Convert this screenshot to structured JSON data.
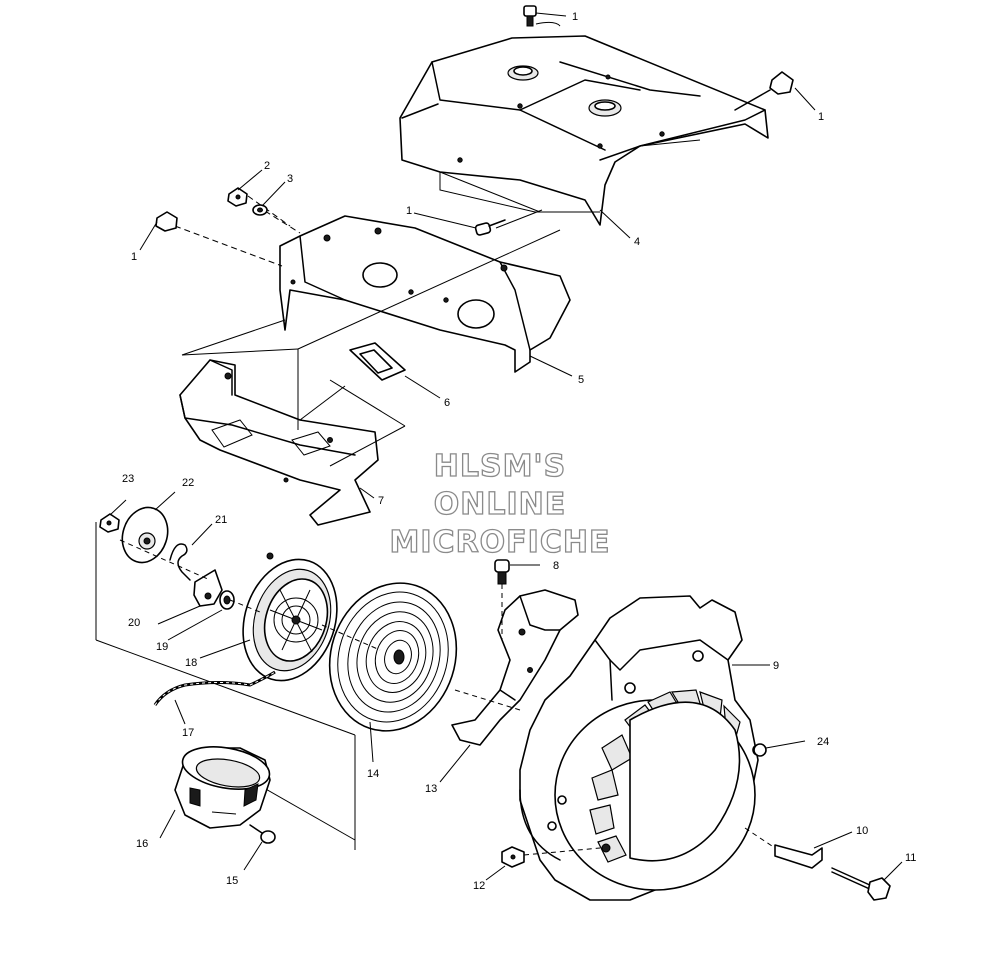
{
  "watermark": {
    "line1": "HLSM'S",
    "line2": "ONLINE",
    "line3": "MICROFICHE"
  },
  "callouts": [
    {
      "id": "c1a",
      "text": "1"
    },
    {
      "id": "c1b",
      "text": "1"
    },
    {
      "id": "c2",
      "text": "2"
    },
    {
      "id": "c3",
      "text": "3"
    },
    {
      "id": "c1c",
      "text": "1"
    },
    {
      "id": "c1d",
      "text": "1"
    },
    {
      "id": "c4",
      "text": "4"
    },
    {
      "id": "c5",
      "text": "5"
    },
    {
      "id": "c6",
      "text": "6"
    },
    {
      "id": "c7",
      "text": "7"
    },
    {
      "id": "c8",
      "text": "8"
    },
    {
      "id": "c9",
      "text": "9"
    },
    {
      "id": "c10",
      "text": "10"
    },
    {
      "id": "c11",
      "text": "11"
    },
    {
      "id": "c12",
      "text": "12"
    },
    {
      "id": "c13",
      "text": "13"
    },
    {
      "id": "c14",
      "text": "14"
    },
    {
      "id": "c15",
      "text": "15"
    },
    {
      "id": "c16",
      "text": "16"
    },
    {
      "id": "c17",
      "text": "17"
    },
    {
      "id": "c18",
      "text": "18"
    },
    {
      "id": "c19",
      "text": "19"
    },
    {
      "id": "c20",
      "text": "20"
    },
    {
      "id": "c21",
      "text": "21"
    },
    {
      "id": "c22",
      "text": "22"
    },
    {
      "id": "c23",
      "text": "23"
    },
    {
      "id": "c24",
      "text": "24"
    }
  ]
}
